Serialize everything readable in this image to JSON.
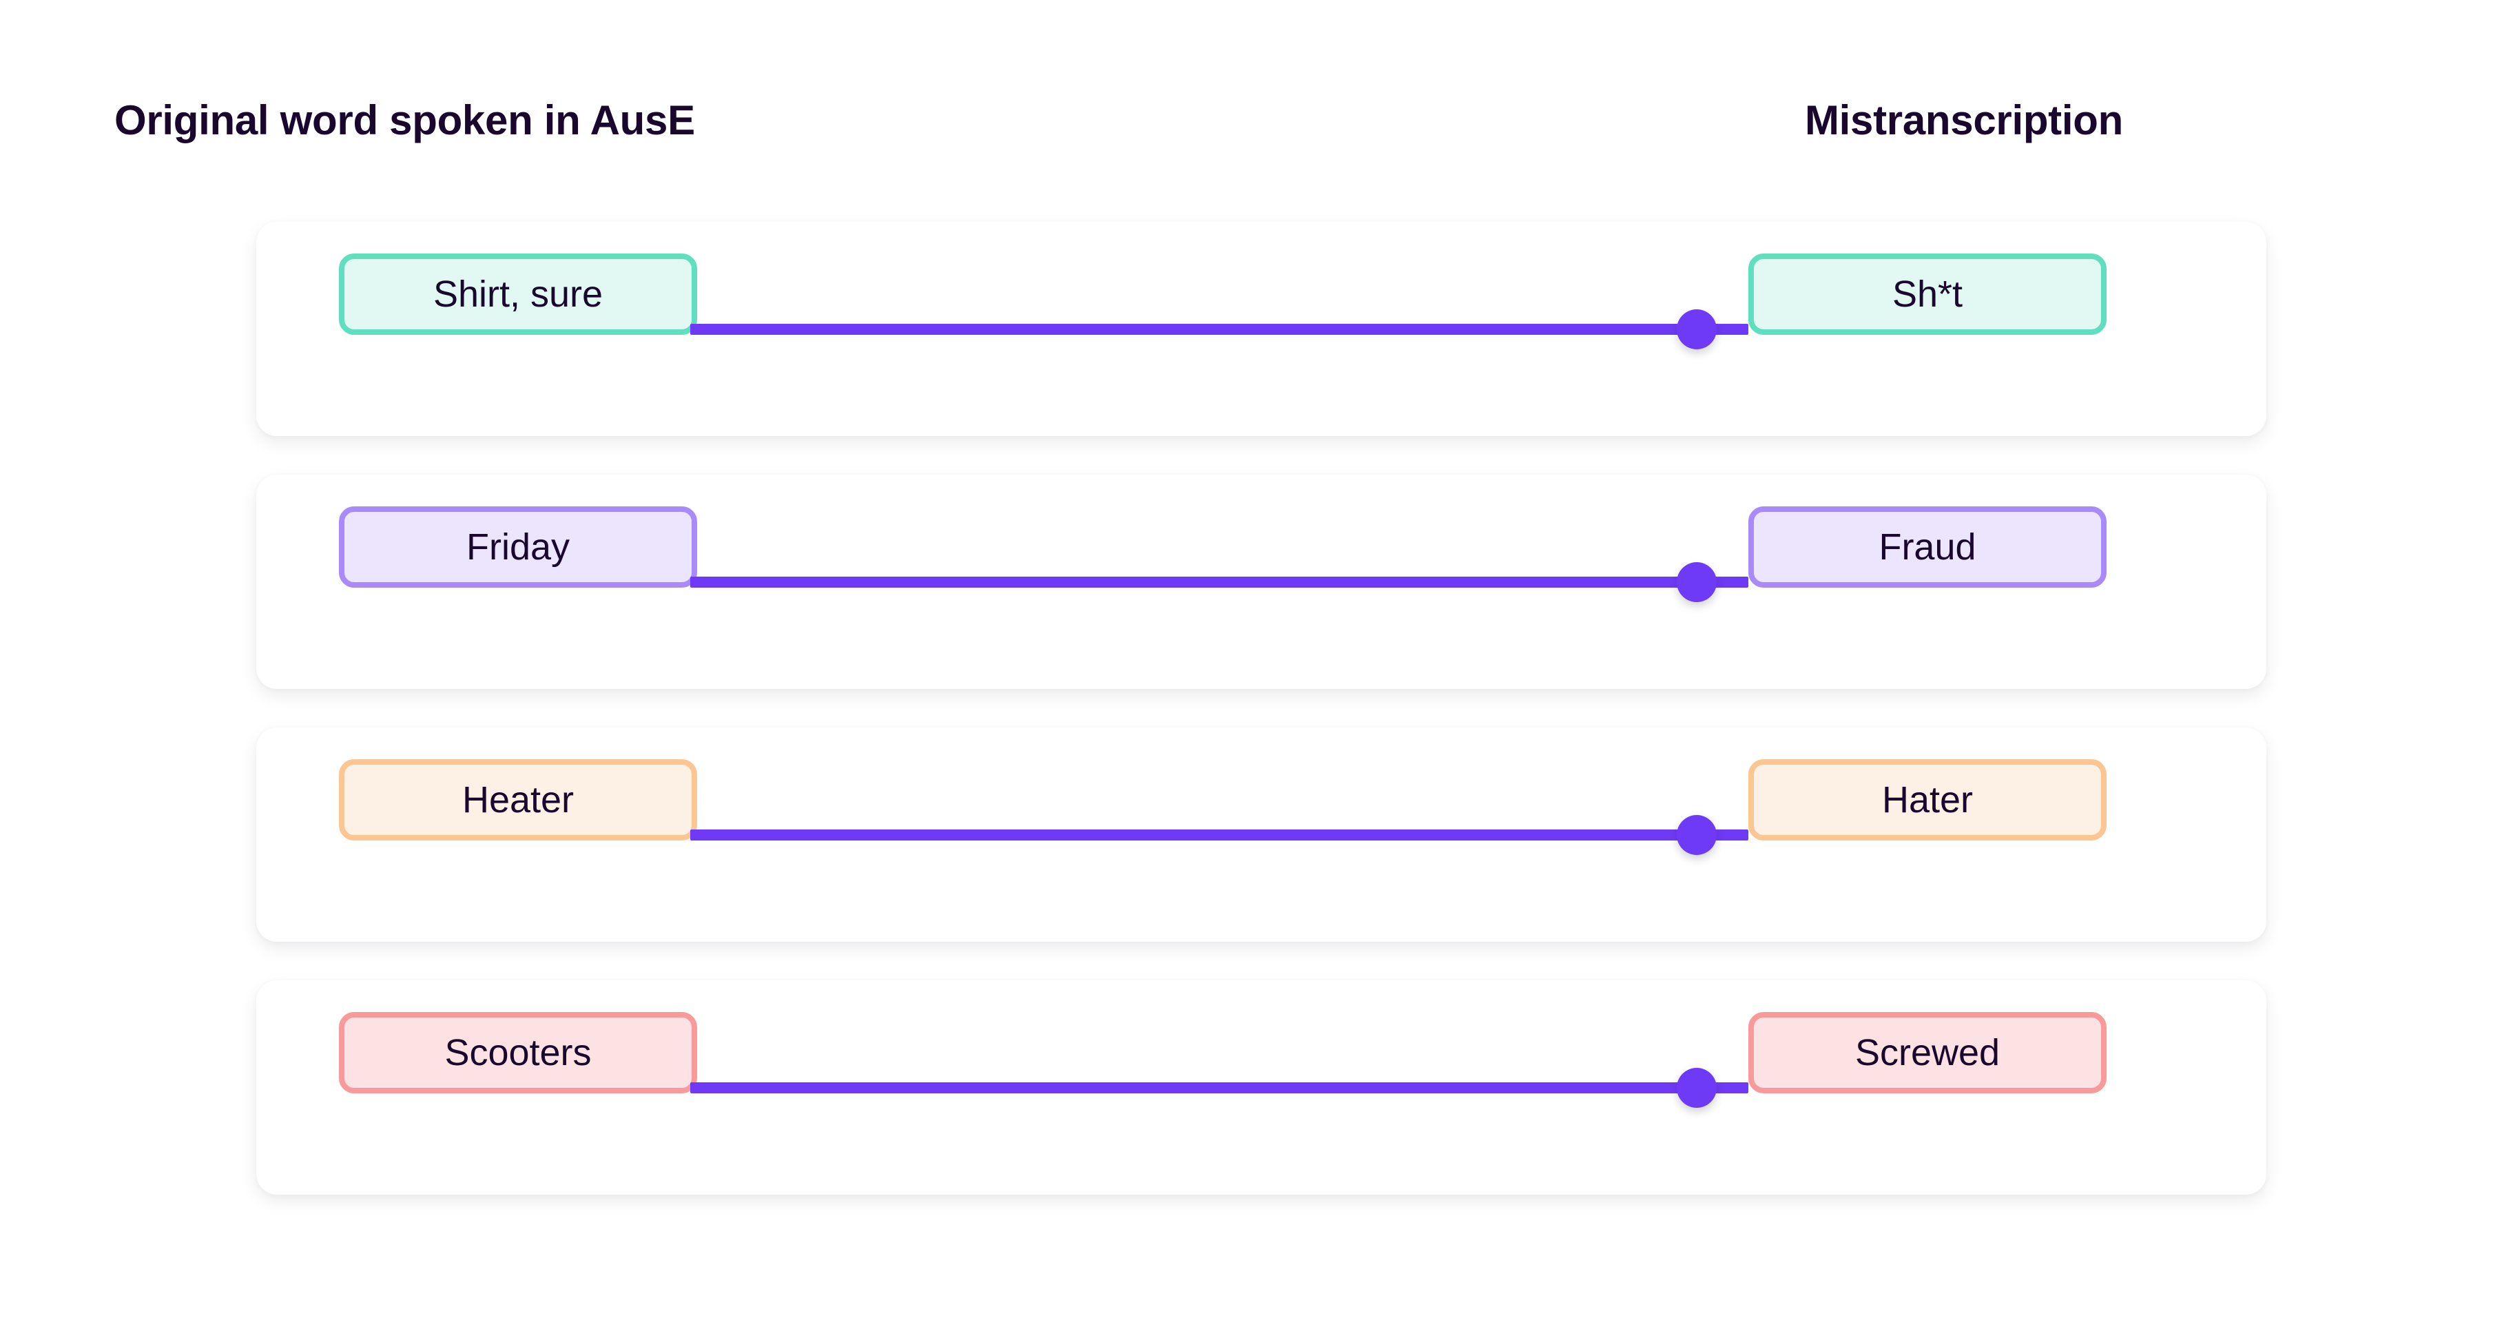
{
  "headers": {
    "left": "Original word spoken in AusE",
    "right": "Mistranscription"
  },
  "colors": {
    "connector": "#6E3AF5",
    "dot": "#6E3AF5",
    "text": "#19072E",
    "card_background": "#FFFFFF",
    "page_background": "#FFFFFF",
    "mint_border": "#5FDFBD",
    "mint_fill": "#E2F8F2",
    "lavender_border": "#A88BF8",
    "lavender_fill": "#EDE4FE",
    "peach_border": "#FBC692",
    "peach_fill": "#FDF0E5",
    "salmon_border": "#F89A9A",
    "salmon_fill": "#FDE2E4"
  },
  "rows": [
    {
      "original": "Shirt, sure",
      "mistranscription": "Sh*t",
      "color": "mint"
    },
    {
      "original": "Friday",
      "mistranscription": "Fraud",
      "color": "lavender"
    },
    {
      "original": "Heater",
      "mistranscription": "Hater",
      "color": "peach"
    },
    {
      "original": "Scooters",
      "mistranscription": "Screwed",
      "color": "salmon"
    }
  ]
}
